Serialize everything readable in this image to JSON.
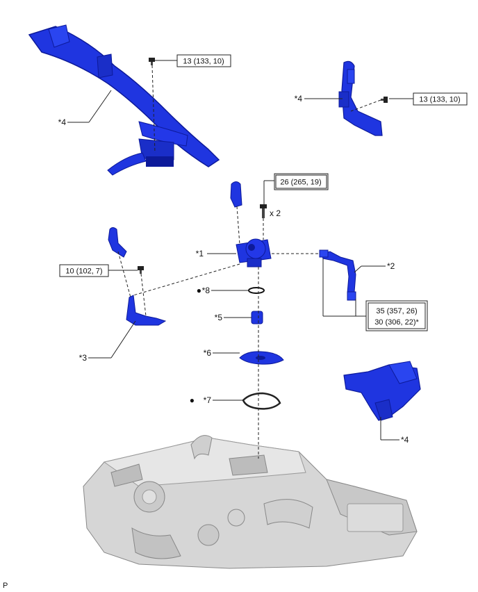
{
  "colors": {
    "part_blue": "#1f35e0",
    "part_dark": "#0d1a9a",
    "engine_gray": "#cfcfcf",
    "line": "#222222"
  },
  "callouts": {
    "c1": "*1",
    "c2": "*2",
    "c3": "*3",
    "c4a": "*4",
    "c4b": "*4",
    "c4c": "*4",
    "c5": "*5",
    "c6": "*6",
    "c7": "*7",
    "c8": "*8"
  },
  "markers": {
    "m7": "●",
    "m8": "●"
  },
  "torques": {
    "t1": "13 (133, 10)",
    "t2": "13 (133, 10)",
    "t3": "26 (265, 19)",
    "t4": "10 (102, 7)",
    "t5a": "35 (357, 26)",
    "t5b": "30 (306, 22)*"
  },
  "qty": "x 2",
  "figure_ref": "P"
}
